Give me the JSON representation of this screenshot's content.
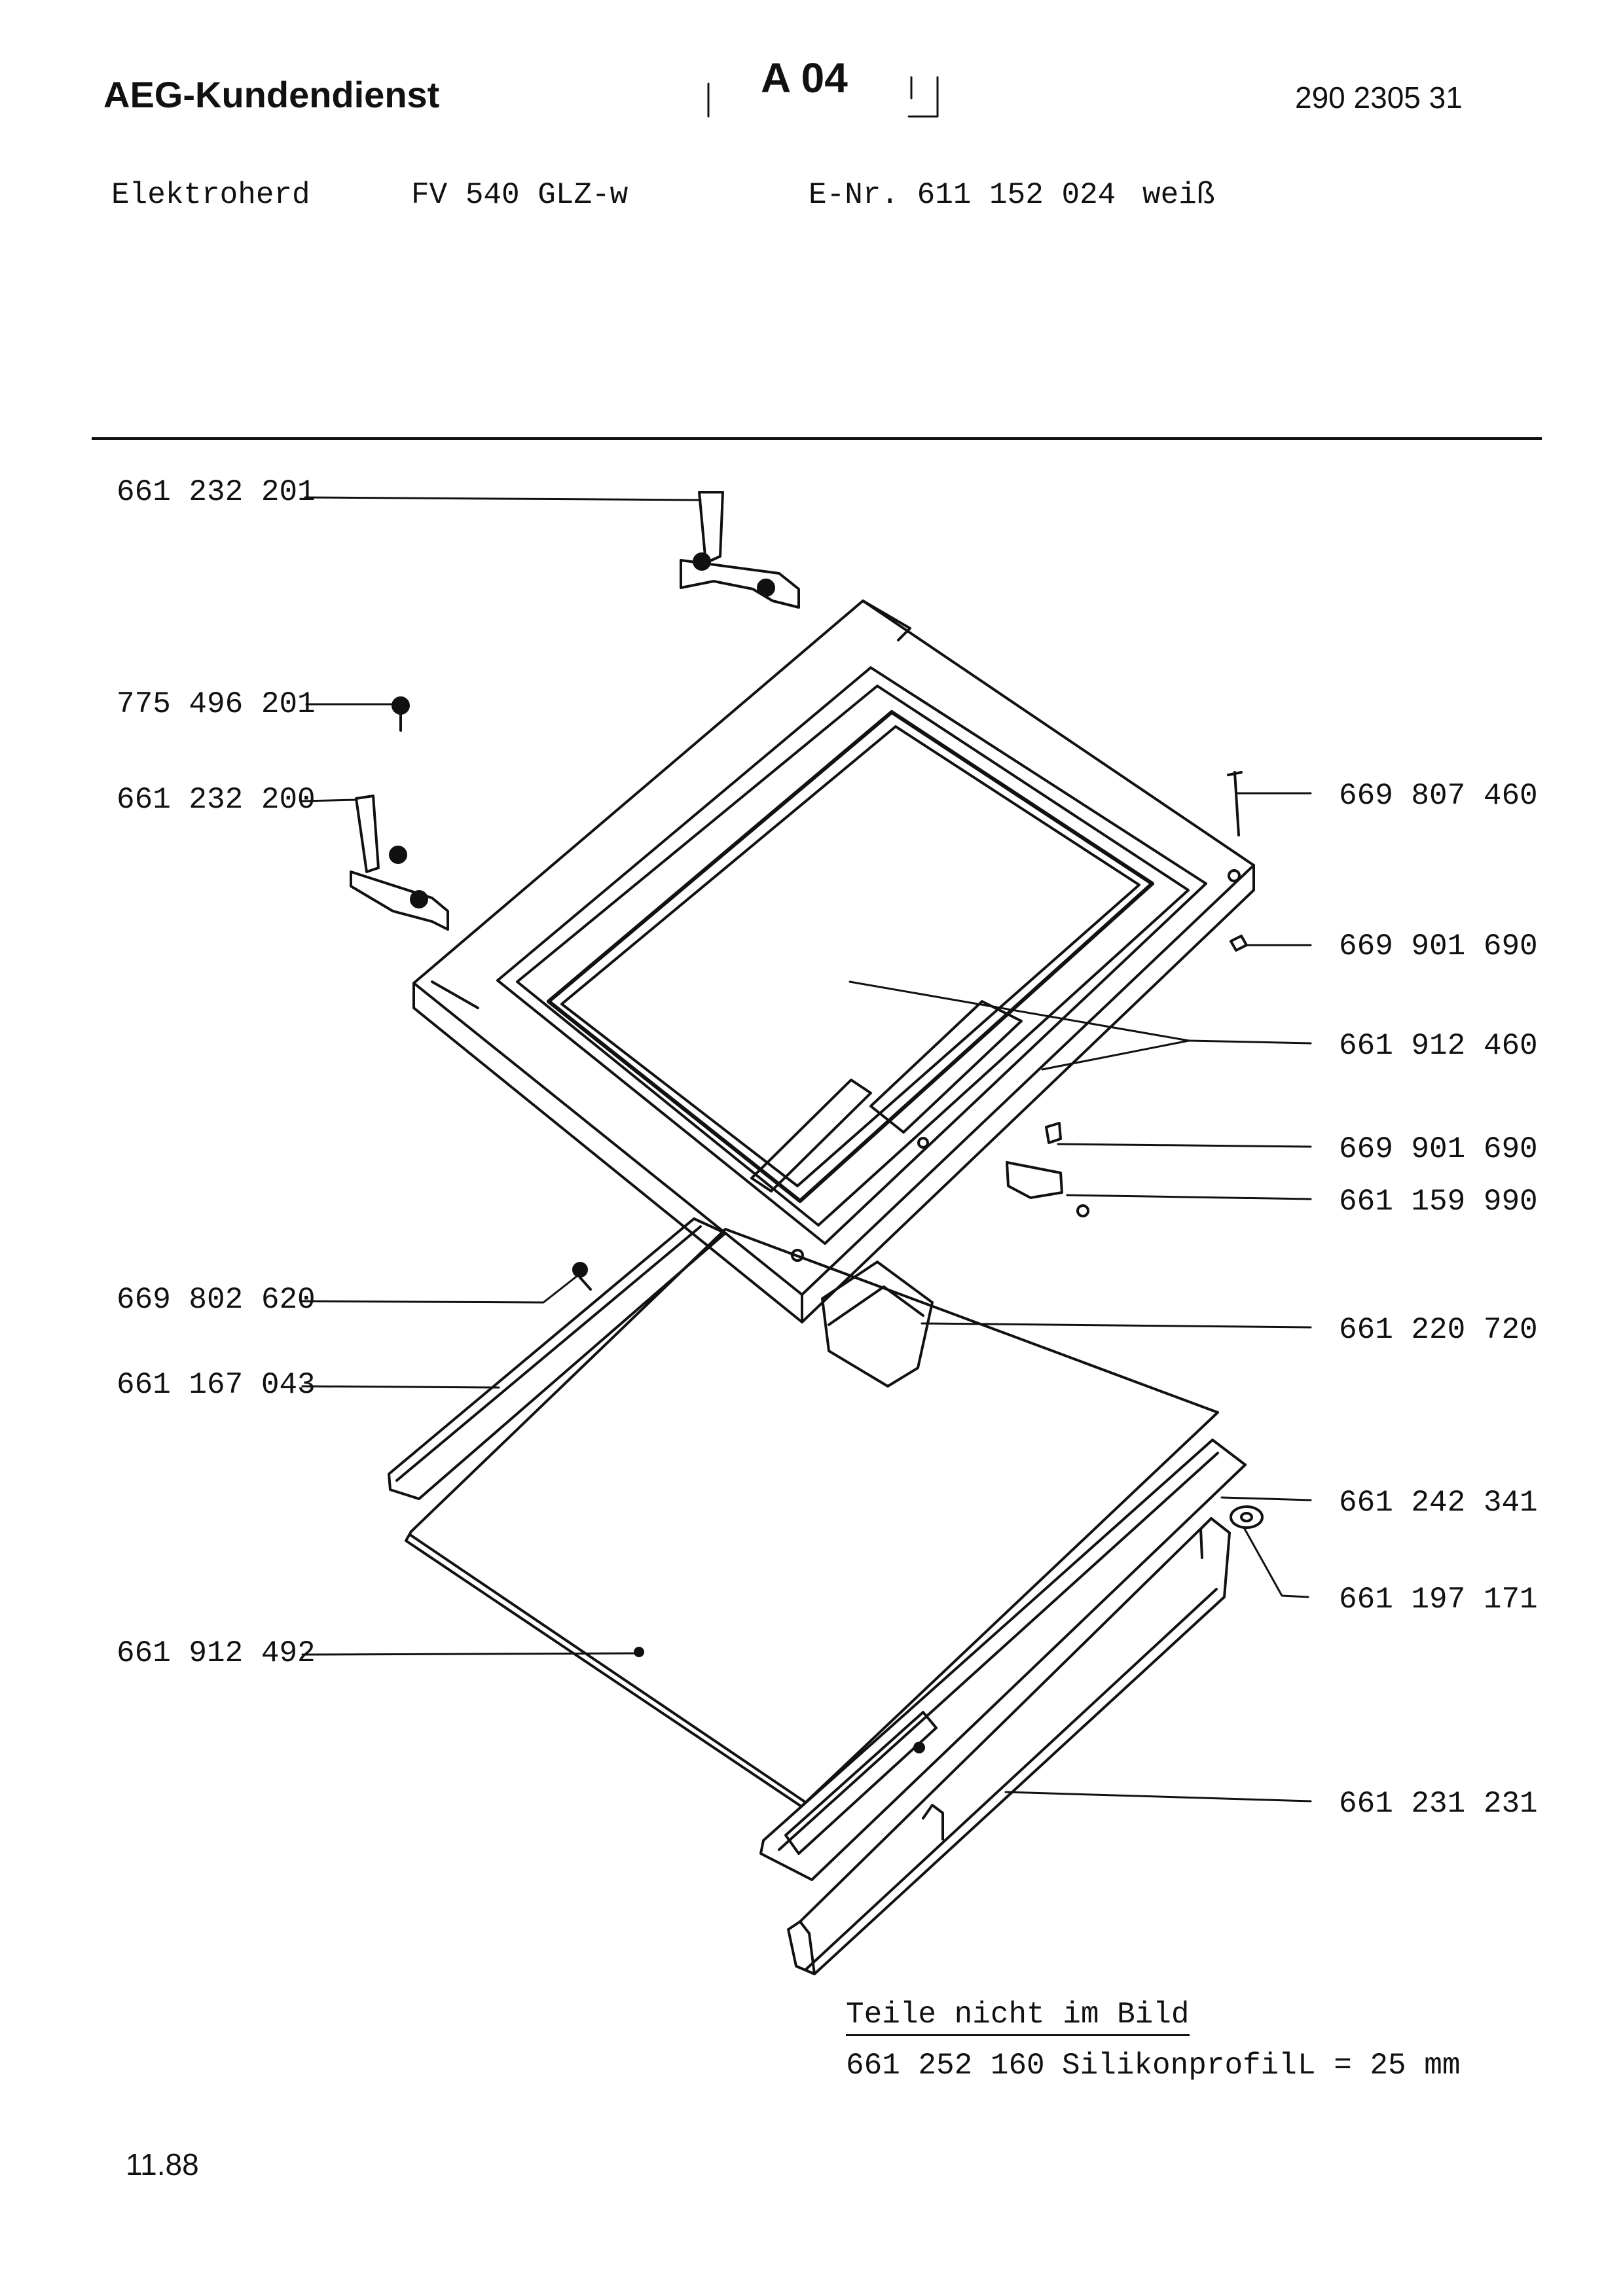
{
  "header": {
    "brand": "AEG-Kundendienst",
    "sheet_code": "A 04",
    "document_number": "290 2305 31"
  },
  "product": {
    "appliance": "Elektroherd",
    "model": "FV 540 GLZ-w",
    "e_number": "E-Nr. 611 152 024",
    "color": "weiß"
  },
  "parts": [
    {
      "number": "661 232 201"
    },
    {
      "number": "775 496 201"
    },
    {
      "number": "661 232 200"
    },
    {
      "number": "669 807 460"
    },
    {
      "number": "669 901 690"
    },
    {
      "number": "661 912 460"
    },
    {
      "number": "669 901 690"
    },
    {
      "number": "661 159 990"
    },
    {
      "number": "669 802 620"
    },
    {
      "number": "661 167 043"
    },
    {
      "number": "661 220 720"
    },
    {
      "number": "661 242 341"
    },
    {
      "number": "661 197 171"
    },
    {
      "number": "661 912 492"
    },
    {
      "number": "661 231 231"
    }
  ],
  "not_shown": {
    "heading": "Teile nicht im Bild",
    "items": [
      {
        "number": "661 252 160",
        "description": "Silikonprofil",
        "spec": "L = 25 mm"
      }
    ]
  },
  "footer": {
    "date": "11.88"
  }
}
